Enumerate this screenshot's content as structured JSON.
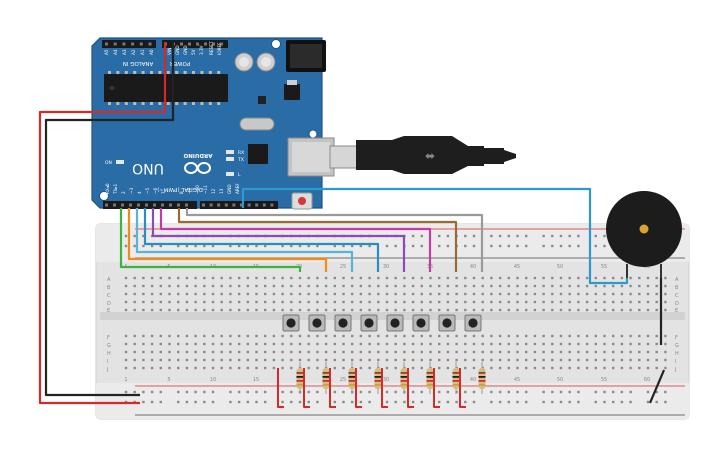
{
  "arduino": {
    "model": "UNO",
    "brand": "ARDUINO",
    "analog_header": "ANALOG IN",
    "power_header": "POWER",
    "digital_header": "DIGITAL (PWM~)",
    "tx": "TX",
    "rx": "RX",
    "on": "ON",
    "l": "L",
    "gnd": "GND",
    "aref": "AREF",
    "tx_pin": "TX▸1",
    "rx_pin": "RX◂0",
    "analog_pins": [
      "A5",
      "A4",
      "A3",
      "A2",
      "A1",
      "A0"
    ],
    "power_pins": [
      "VIN",
      "GND",
      "GND",
      "5V",
      "3.3V",
      "RESET",
      "IOREF"
    ],
    "digital_pins": [
      "2",
      "~3",
      "4",
      "~5",
      "~6",
      "7",
      "8",
      "~9",
      "~10",
      "~11",
      "12",
      "13"
    ]
  },
  "breadboard": {
    "row_labels_top": [
      "A",
      "B",
      "C",
      "D",
      "E"
    ],
    "row_labels_bottom": [
      "F",
      "G",
      "H",
      "I",
      "J"
    ],
    "column_numbers": [
      "1",
      "5",
      "10",
      "15",
      "20",
      "25",
      "30",
      "35",
      "40",
      "45",
      "50",
      "55",
      "60"
    ]
  },
  "colors": {
    "board": "#2a6ca5",
    "wire_red": "#d62a2a",
    "wire_black": "#222222",
    "wire_green": "#3db33d",
    "wire_orange": "#f08a1a",
    "wire_cyan": "#56b6d3",
    "wire_purple": "#8a4ab8",
    "wire_magenta": "#c43ba8",
    "wire_brown": "#9a6a34",
    "wire_grey": "#9a9a9a",
    "wire_blue": "#2a9ad0"
  },
  "buttons": [
    {
      "name": "pushbutton-1"
    },
    {
      "name": "pushbutton-2"
    },
    {
      "name": "pushbutton-3"
    },
    {
      "name": "pushbutton-4"
    },
    {
      "name": "pushbutton-5"
    },
    {
      "name": "pushbutton-6"
    },
    {
      "name": "pushbutton-7"
    },
    {
      "name": "pushbutton-8"
    }
  ]
}
